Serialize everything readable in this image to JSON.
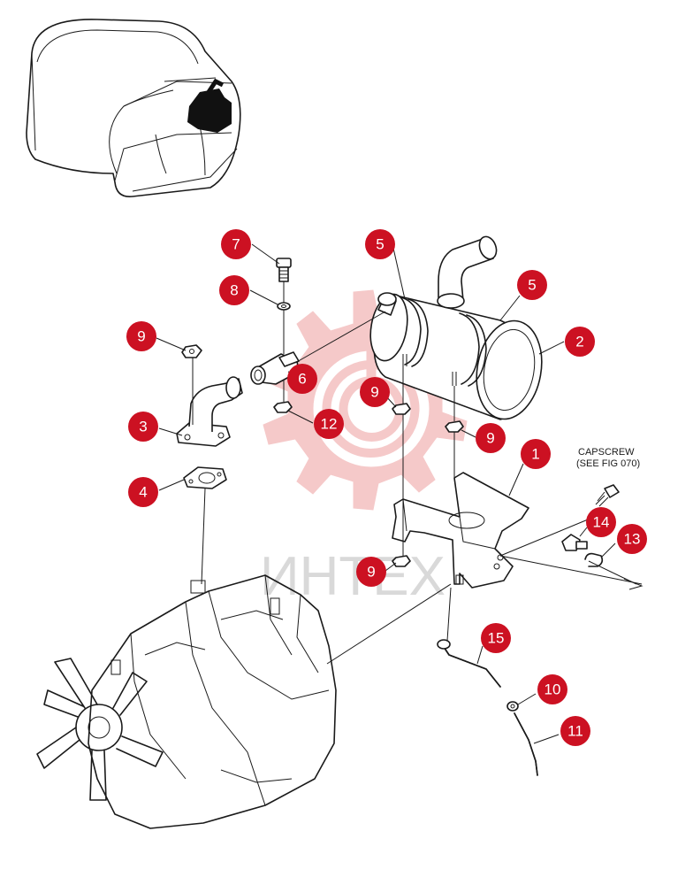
{
  "watermark": {
    "text": "ИНТЕХ",
    "color": "#d9d9d9",
    "gear_color": "#f5c9c9"
  },
  "callout_color": "#cc1122",
  "note": {
    "line1": "CAPSCREW",
    "line2": "(SEE FIG 070)"
  },
  "callouts": [
    {
      "id": "c7",
      "label": "7",
      "part": "bolt"
    },
    {
      "id": "c8",
      "label": "8",
      "part": "washer"
    },
    {
      "id": "c5a",
      "label": "5",
      "part": "band clamp"
    },
    {
      "id": "c5b",
      "label": "5",
      "part": "band clamp"
    },
    {
      "id": "c2",
      "label": "2",
      "part": "muffler"
    },
    {
      "id": "c9a",
      "label": "9",
      "part": "nut"
    },
    {
      "id": "c6",
      "label": "6",
      "part": "pipe clamp"
    },
    {
      "id": "c9b",
      "label": "9",
      "part": "nut"
    },
    {
      "id": "c12",
      "label": "12",
      "part": "nut"
    },
    {
      "id": "c9c",
      "label": "9",
      "part": "nut"
    },
    {
      "id": "c3",
      "label": "3",
      "part": "exhaust elbow"
    },
    {
      "id": "c1",
      "label": "1",
      "part": "muffler bracket"
    },
    {
      "id": "c4",
      "label": "4",
      "part": "gasket"
    },
    {
      "id": "c14",
      "label": "14",
      "part": "fitting"
    },
    {
      "id": "c13",
      "label": "13",
      "part": "clip"
    },
    {
      "id": "c9d",
      "label": "9",
      "part": "nut"
    },
    {
      "id": "c15",
      "label": "15",
      "part": "drain pipe"
    },
    {
      "id": "c10",
      "label": "10",
      "part": "fitting"
    },
    {
      "id": "c11",
      "label": "11",
      "part": "drain tube"
    }
  ]
}
